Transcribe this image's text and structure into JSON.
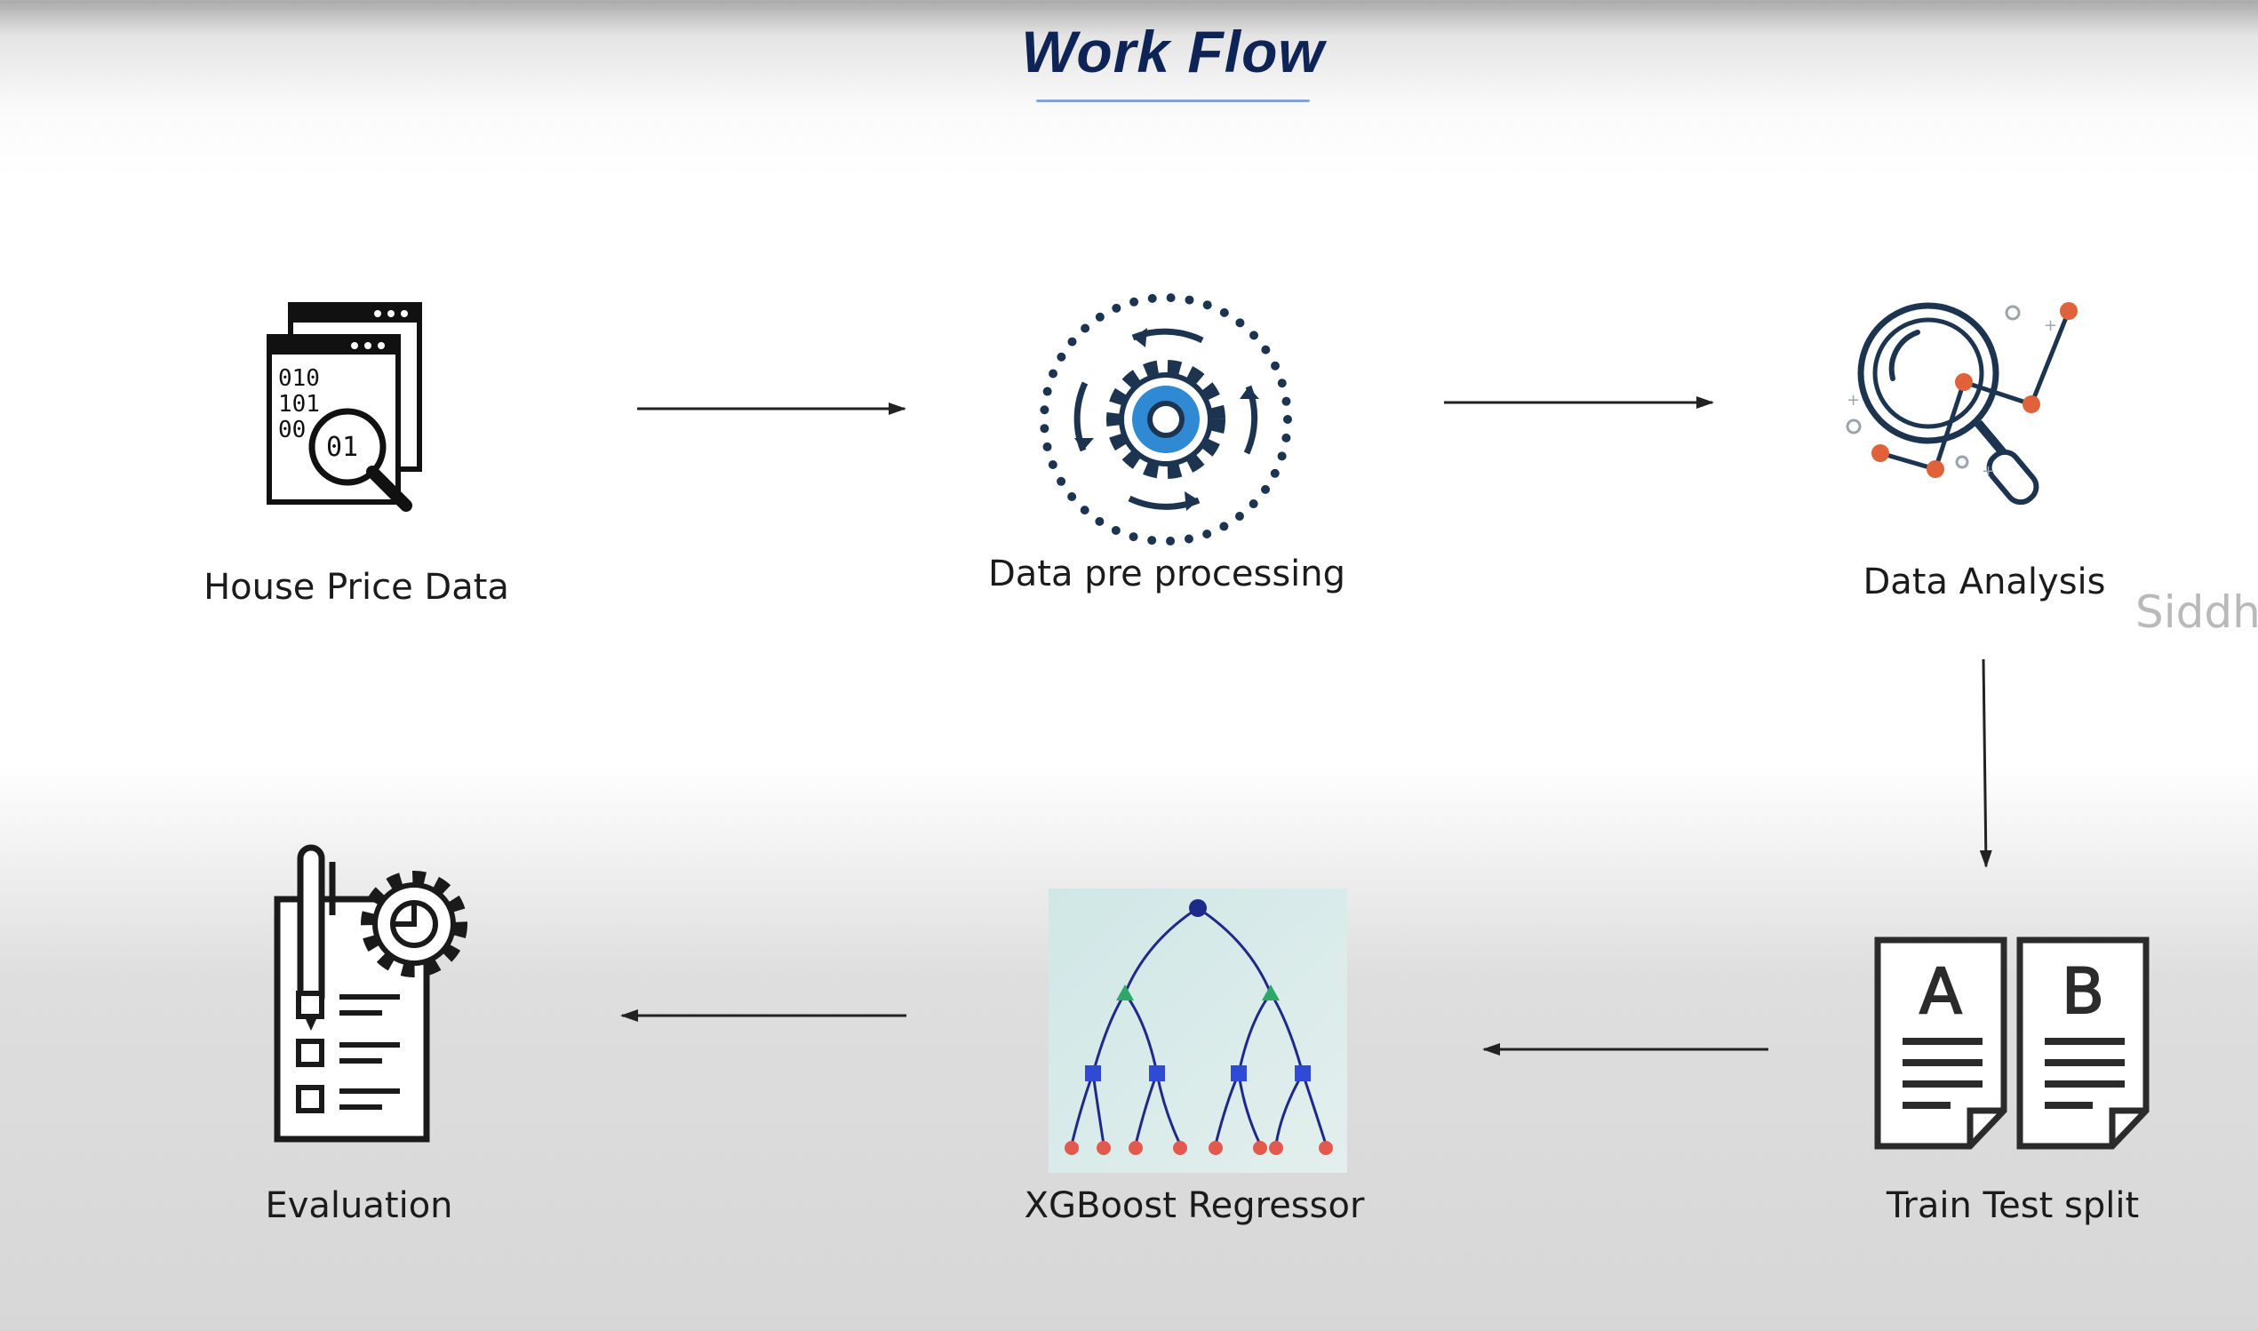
{
  "title": "Work Flow",
  "steps": [
    {
      "id": "house-price-data",
      "label": "House Price Data",
      "icon": "data-search-icon"
    },
    {
      "id": "data-pre-processing",
      "label": "Data pre processing",
      "icon": "gear-cycle-icon"
    },
    {
      "id": "data-analysis",
      "label": "Data Analysis",
      "icon": "magnifier-chart-icon"
    },
    {
      "id": "train-test-split",
      "label": "Train Test split",
      "icon": "ab-documents-icon"
    },
    {
      "id": "xgboost-regressor",
      "label": "XGBoost Regressor",
      "icon": "decision-tree-icon"
    },
    {
      "id": "evaluation",
      "label": "Evaluation",
      "icon": "checklist-gear-icon"
    }
  ],
  "icon_text": {
    "binary_rows": [
      "010",
      "101",
      "00"
    ],
    "lens_text": "01",
    "doc_a": "A",
    "doc_b": "B"
  },
  "watermark": "Siddha",
  "colors": {
    "title": "#0f2456",
    "accent_blue": "#2f8ad3",
    "dark_navy": "#1c3450",
    "accent_orange": "#e0623a",
    "tree_green": "#2ea86a",
    "tree_red": "#e25a4e"
  }
}
